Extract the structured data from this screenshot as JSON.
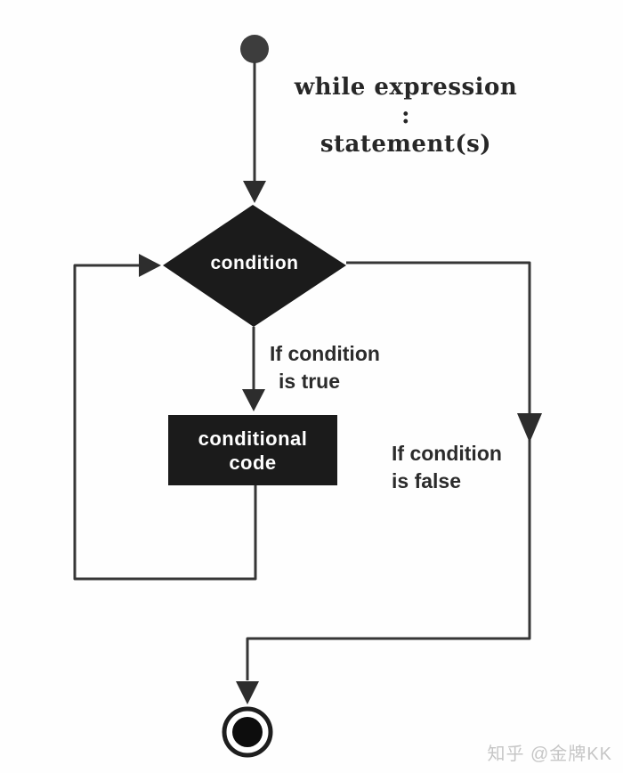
{
  "diagram": {
    "type": "flowchart",
    "topic": "while loop control flow"
  },
  "code_annotation": {
    "line1": "while expression :",
    "line2": "statement(s)"
  },
  "nodes": {
    "start": {
      "shape": "filled-circle"
    },
    "condition": {
      "label": "condition",
      "shape": "diamond"
    },
    "conditional_code": {
      "line1": "conditional",
      "line2": "code",
      "shape": "rectangle"
    },
    "end": {
      "shape": "double-circle"
    }
  },
  "edge_labels": {
    "true_branch": {
      "line1": "If condition",
      "line2": "is true"
    },
    "false_branch": {
      "line1": "If condition",
      "line2": "is false"
    }
  },
  "watermark": "知乎 @金牌KK",
  "colors": {
    "shape_fill": "#1b1b1b",
    "start_fill": "#3d3d3d",
    "line": "#363636",
    "arrowhead": "#2d2d2d",
    "node_text": "#ffffff",
    "label_text": "#2b2b2b",
    "watermark": "#c6c6c6",
    "background": "#fefefe"
  }
}
